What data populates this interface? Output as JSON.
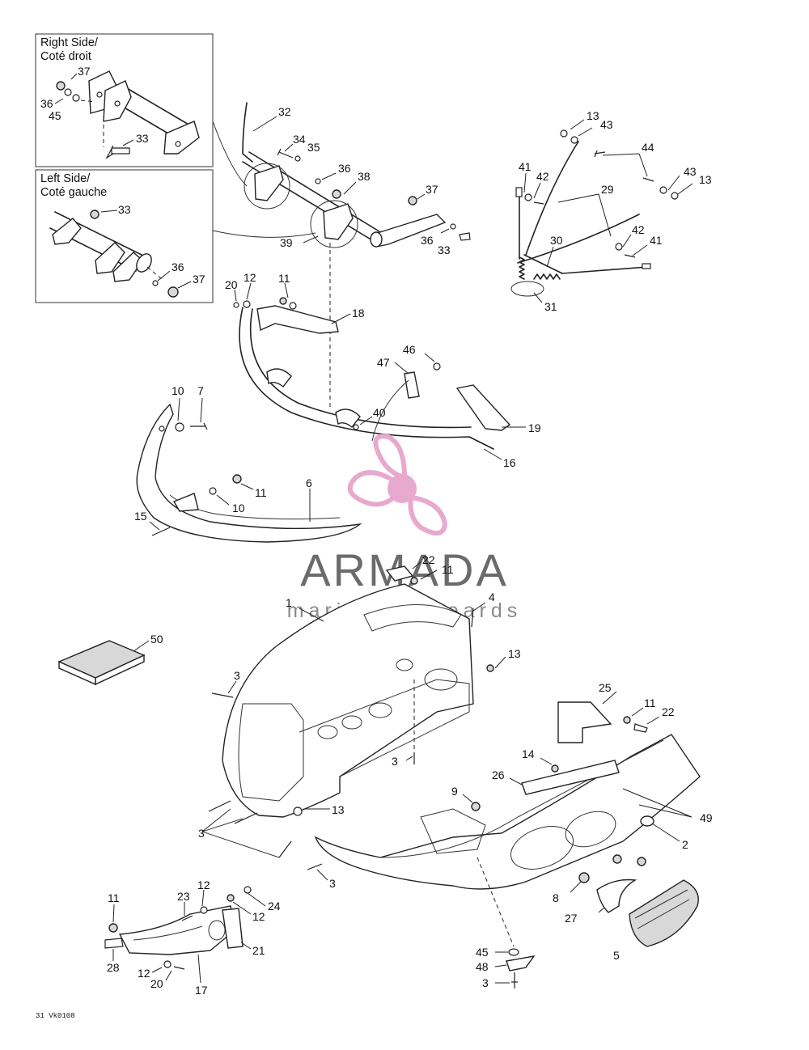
{
  "inset_right": {
    "title_line1": "Right Side/",
    "title_line2": "Coté droit"
  },
  "inset_left": {
    "title_line1": "Left Side/",
    "title_line2": "Coté gauche"
  },
  "watermark": {
    "brand": "ARMADA",
    "tagline": "marine outboards"
  },
  "drawing_code": "31 Vk0108",
  "colors": {
    "watermark_pink": "#e8a9cf",
    "watermark_gray": "#6b6b6b",
    "line": "#222222"
  },
  "callouts": {
    "c1": "37",
    "c2": "36",
    "c3": "45",
    "c4": "33",
    "c5": "33",
    "c6": "36",
    "c7": "37",
    "c8": "32",
    "c9": "34",
    "c10": "35",
    "c11": "36",
    "c12": "38",
    "c13": "37",
    "c14": "36",
    "c15": "33",
    "c16": "39",
    "c17": "13",
    "c18": "43",
    "c19": "44",
    "c20": "41",
    "c21": "42",
    "c22": "29",
    "c23": "43",
    "c24": "13",
    "c25": "30",
    "c26": "42",
    "c27": "41",
    "c28": "31",
    "c29": "20",
    "c30": "12",
    "c31": "11",
    "c32": "18",
    "c33": "46",
    "c34": "47",
    "c35": "40",
    "c36": "19",
    "c37": "16",
    "c38": "10",
    "c39": "7",
    "c40": "11",
    "c41": "10",
    "c42": "6",
    "c43": "15",
    "c44": "22",
    "c45": "11",
    "c46": "1",
    "c47": "4",
    "c48": "50",
    "c49": "13",
    "c50": "3",
    "c51": "3",
    "c52": "13",
    "c53": "3",
    "c54": "25",
    "c55": "11",
    "c56": "22",
    "c57": "14",
    "c58": "26",
    "c59": "9",
    "c60": "49",
    "c61": "2",
    "c62": "3",
    "c63": "8",
    "c64": "27",
    "c65": "5",
    "c66": "11",
    "c67": "23",
    "c68": "12",
    "c69": "24",
    "c70": "12",
    "c71": "21",
    "c72": "28",
    "c73": "12",
    "c74": "20",
    "c75": "17",
    "c76": "45",
    "c77": "48",
    "c78": "3"
  }
}
